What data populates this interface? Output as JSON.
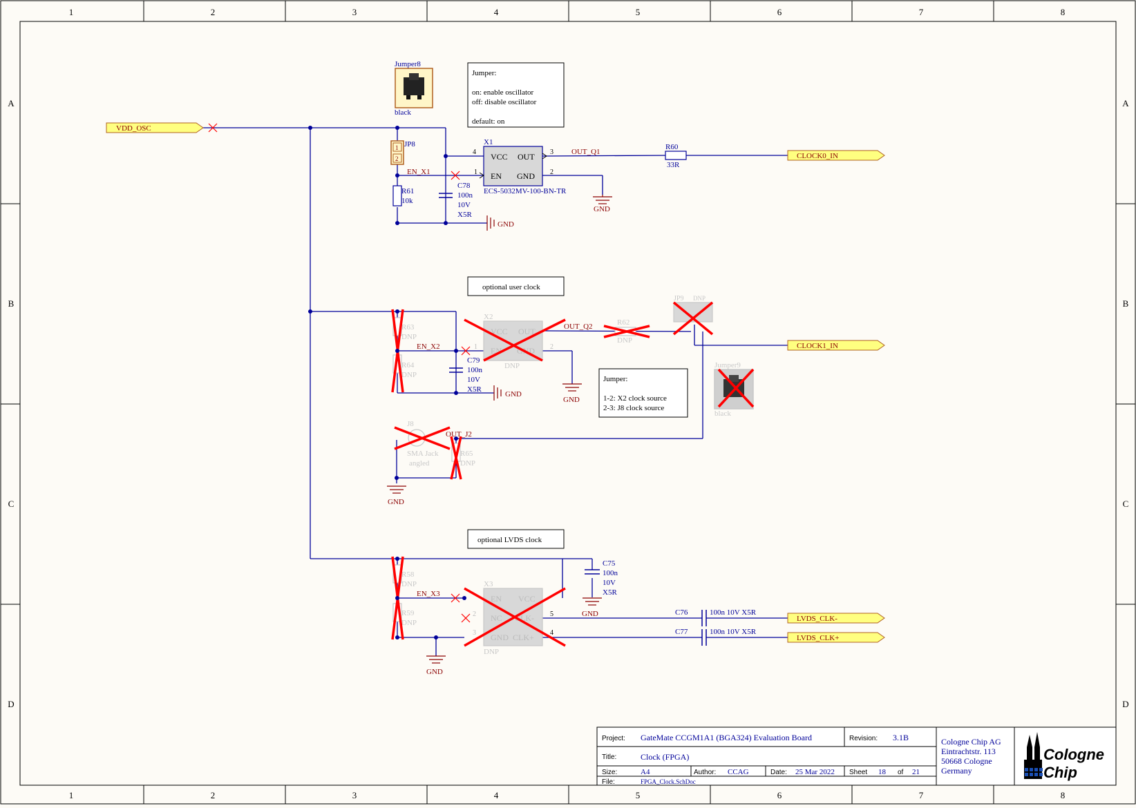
{
  "border": {
    "columns": [
      "1",
      "2",
      "3",
      "4",
      "5",
      "6",
      "7",
      "8"
    ],
    "rows": [
      "A",
      "B",
      "C",
      "D"
    ]
  },
  "colors": {
    "wire": "#000099",
    "net_label": "#8b0000",
    "dnp": "#c8c8c8",
    "no_erc": "#ff0000",
    "port_fill": "#ffff80",
    "component_fill": "#d8d8d8"
  },
  "ports": {
    "vdd_osc": "VDD_OSC",
    "clock0_in": "CLOCK0_IN",
    "clock1_in": "CLOCK1_IN",
    "lvds_clk_n": "LVDS_CLK-",
    "lvds_clk_p": "LVDS_CLK+"
  },
  "jumper8": {
    "title": "Jumper8",
    "color": "black"
  },
  "jumper9": {
    "title": "Jumper9",
    "color": "black"
  },
  "note_jumper1": {
    "line1": "Jumper:",
    "line2": "on:  enable oscillator",
    "line3": "off:  disable oscillator",
    "line4": "default: on"
  },
  "note_user_clock": "optional user clock",
  "note_lvds_clock": "optional LVDS clock",
  "note_jumper2": {
    "line1": "Jumper:",
    "line2": "1-2:  X2 clock source",
    "line3": "2-3:  J8 clock source"
  },
  "jp8": {
    "ref": "JP8",
    "pin1": "1",
    "pin2": "2"
  },
  "jp9": {
    "ref": "JP9",
    "dnp": "DNP"
  },
  "x1": {
    "ref": "X1",
    "part": "ECS-5032MV-100-BN-TR",
    "vcc": "VCC",
    "out": "OUT",
    "en": "EN",
    "gnd": "GND",
    "p1": "1",
    "p2": "2",
    "p3": "3",
    "p4": "4"
  },
  "x2": {
    "ref": "X2",
    "dnp": "DNP",
    "vcc": "VCC",
    "out": "OUT",
    "en": "EN",
    "gnd": "GND",
    "p1": "1",
    "p2": "2"
  },
  "x3": {
    "ref": "X3",
    "dnp": "DNP",
    "en": "EN",
    "vcc": "VCC",
    "nc": "NC",
    "clkn": "CLK-",
    "gnd": "GND",
    "clkp": "CLK+",
    "p2": "2",
    "p3": "3",
    "p4": "4",
    "p5": "5"
  },
  "nets": {
    "en_x1": "EN_X1",
    "out_q1": "OUT_Q1",
    "en_x2": "EN_X2",
    "out_q2": "OUT_Q2",
    "out_j2": "OUT_J2",
    "en_x3": "EN_X3",
    "gnd": "GND"
  },
  "r60": {
    "ref": "R60",
    "value": "33R"
  },
  "r61": {
    "ref": "R61",
    "value": "10k"
  },
  "r62": {
    "ref": "R62",
    "value": "DNP"
  },
  "r63": {
    "ref": "R63",
    "value": "DNP"
  },
  "r64": {
    "ref": "R64",
    "value": "DNP"
  },
  "r65": {
    "ref": "R65",
    "value": "DNP"
  },
  "r58": {
    "ref": "R58",
    "value": "DNP"
  },
  "r59": {
    "ref": "R59",
    "value": "DNP"
  },
  "c78": {
    "ref": "C78",
    "v1": "100n",
    "v2": "10V",
    "v3": "X5R"
  },
  "c79": {
    "ref": "C79",
    "v1": "100n",
    "v2": "10V",
    "v3": "X5R"
  },
  "c75": {
    "ref": "C75",
    "v1": "100n",
    "v2": "10V",
    "v3": "X5R"
  },
  "c76": {
    "ref": "C76",
    "value": "100n 10V  X5R"
  },
  "c77": {
    "ref": "C77",
    "value": "100n 10V  X5R"
  },
  "j8": {
    "ref": "J8",
    "line1": "SMA Jack",
    "line2": "angled"
  },
  "title_block": {
    "project_label": "Project:",
    "project": "GateMate CCGM1A1 (BGA324) Evaluation Board",
    "revision_label": "Revision:",
    "revision": "3.1B",
    "title_label": "Title:",
    "title": "Clock (FPGA)",
    "size_label": "Size:",
    "size": "A4",
    "author_label": "Author:",
    "author": "CCAG",
    "date_label": "Date:",
    "date": "25 Mar 2022",
    "sheet_label": "Sheet",
    "sheet": "18",
    "of_label": "of",
    "total": "21",
    "file_label": "File:",
    "file": "FPGA_Clock.SchDoc",
    "company": "Cologne Chip AG",
    "street": "Eintrachtstr. 113",
    "city": "50668 Cologne",
    "country": "Germany",
    "logo_line1": "Cologne",
    "logo_line2": "Chip"
  }
}
